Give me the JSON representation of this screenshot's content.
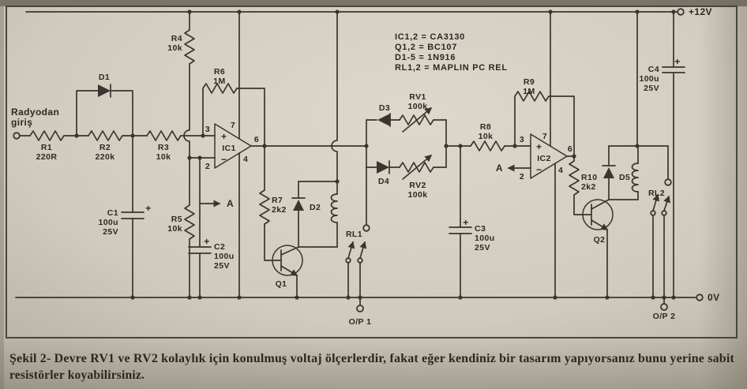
{
  "figure": {
    "caption_line1": "Şekil 2- Devre RV1 ve RV2 kolaylık için konulmuş voltaj ölçerlerdir, fakat eğer kendiniz bir tasarım yapıyorsanız bunu yerine sabit",
    "caption_line2": "resistörler koyabilirsiniz."
  },
  "notes": {
    "line1": "IC1,2 = CA3130",
    "line2": "Q1,2 = BC107",
    "line3": "D1-5 = 1N916",
    "line4": "RL1,2 = MAPLIN PC REL"
  },
  "labels": {
    "input1": "Radyodan",
    "input2": "giriş",
    "supply": "+12V",
    "ground": "0V",
    "out1": "O/P 1",
    "out2": "O/P 2",
    "nodeA": "A",
    "capPlus": "+",
    "opPlus": "+",
    "opMinus": "−"
  },
  "pins": {
    "p2": "2",
    "p3": "3",
    "p4": "4",
    "p6": "6",
    "p7": "7"
  },
  "components": {
    "r1": {
      "ref": "R1",
      "value": "220R"
    },
    "r2": {
      "ref": "R2",
      "value": "220k"
    },
    "r3": {
      "ref": "R3",
      "value": "10k"
    },
    "r4": {
      "ref": "R4",
      "value": "10k"
    },
    "r5": {
      "ref": "R5",
      "value": "10k"
    },
    "r6": {
      "ref": "R6",
      "value": "1M"
    },
    "r7": {
      "ref": "R7",
      "value": "2k2"
    },
    "r8": {
      "ref": "R8",
      "value": "10k"
    },
    "r9": {
      "ref": "R9",
      "value": "1M"
    },
    "r10": {
      "ref": "R10",
      "value": "2k2"
    },
    "rv1": {
      "ref": "RV1",
      "value": "100k"
    },
    "rv2": {
      "ref": "RV2",
      "value": "100k"
    },
    "c1": {
      "ref": "C1",
      "value": "100u",
      "voltage": "25V"
    },
    "c2": {
      "ref": "C2",
      "value": "100u",
      "voltage": "25V"
    },
    "c3": {
      "ref": "C3",
      "value": "100u",
      "voltage": "25V"
    },
    "c4": {
      "ref": "C4",
      "value": "100u",
      "voltage": "25V"
    },
    "d1": {
      "ref": "D1"
    },
    "d2": {
      "ref": "D2"
    },
    "d3": {
      "ref": "D3"
    },
    "d4": {
      "ref": "D4"
    },
    "d5": {
      "ref": "D5"
    },
    "q1": {
      "ref": "Q1"
    },
    "q2": {
      "ref": "Q2"
    },
    "ic1": {
      "ref": "IC1"
    },
    "ic2": {
      "ref": "IC2"
    },
    "rl1": {
      "ref": "RL1"
    },
    "rl2": {
      "ref": "RL2"
    }
  }
}
